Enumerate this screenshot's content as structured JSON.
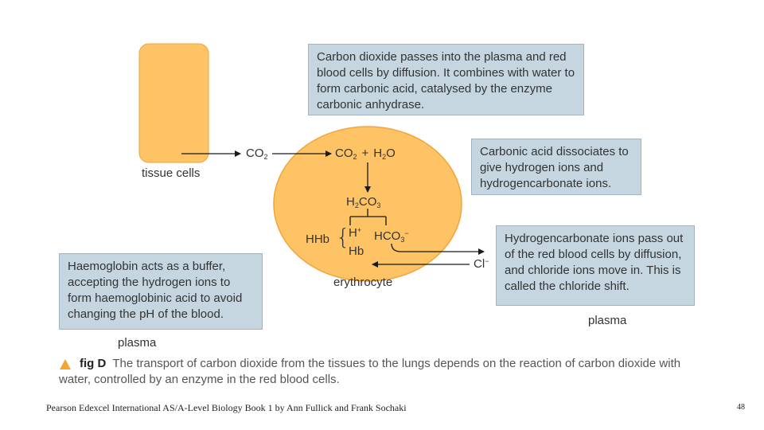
{
  "diagram": {
    "tissue_cells_label": "tissue cells",
    "erythrocyte_label": "erythrocyte",
    "plasma_left_label": "plasma",
    "plasma_right_label": "plasma",
    "co2_outside": {
      "main": "CO",
      "sub": "2"
    },
    "reaction": {
      "co2": "CO",
      "co2_sub": "2",
      "plus": "+",
      "h": "H",
      "h_sub": "2",
      "o": "O"
    },
    "carbonic_acid": {
      "h": "H",
      "h_sub": "2",
      "co": "CO",
      "co_sub": "3"
    },
    "hhb": "HHb",
    "brace": "{",
    "h_ion": {
      "main": "H",
      "sup": "+"
    },
    "hb": "Hb",
    "hco3": {
      "main": "HCO",
      "sub": "3",
      "sup": "−"
    },
    "cl_ion": {
      "main": "Cl",
      "sup": "−"
    },
    "colors": {
      "cell": "#fdc364",
      "cell_border": "#f1a53a",
      "box": "#c5d6e1"
    }
  },
  "boxes": {
    "diffusion": "Carbon dioxide passes into the plasma and red blood cells by diffusion. It combines with water to form carbonic acid, catalysed by the enzyme carbonic anhydrase.",
    "dissociation": "Carbonic acid dissociates to give hydrogen ions and hydrogencarbonate ions.",
    "chloride_shift": "Hydrogencarbonate ions pass out of the red blood cells by diffusion, and chloride ions move in. This is called the chloride shift.",
    "buffer": "Haemoglobin acts as a buffer, accepting the hydrogen ions to form haemoglobinic acid to avoid changing the pH of the blood."
  },
  "caption": {
    "icon": "triangle-icon",
    "fig_label": "fig D",
    "text": "The transport of carbon dioxide from the tissues to the lungs depends on the reaction of carbon dioxide with water, controlled by an enzyme in the red blood cells."
  },
  "footer": {
    "citation": "Pearson Edexcel International AS/A-Level Biology Book 1 by Ann Fullick and Frank Sochaki",
    "page_number": "48"
  }
}
